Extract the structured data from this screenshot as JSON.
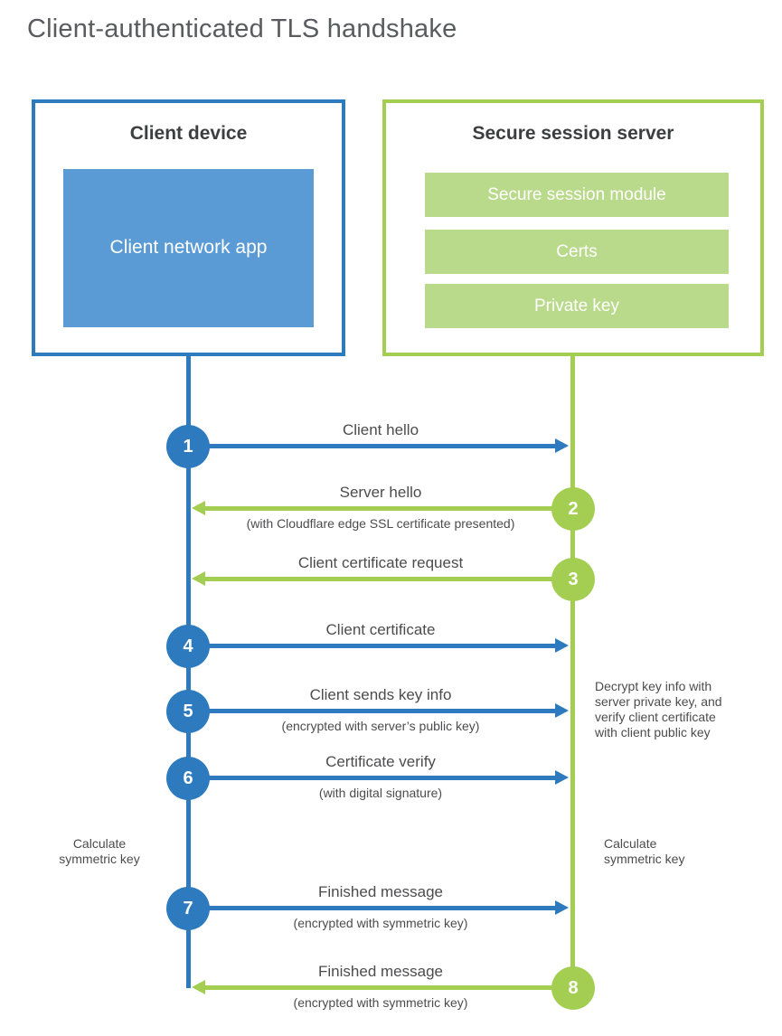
{
  "title": "Client-authenticated TLS handshake",
  "colors": {
    "blue": "#2e7abf",
    "blue_light": "#5b9bd5",
    "green": "#a4ce52",
    "green_light": "#b9da8b"
  },
  "client": {
    "title": "Client device",
    "app_label": "Client network app"
  },
  "server": {
    "title": "Secure session server",
    "modules": [
      "Secure session module",
      "Certs",
      "Private key"
    ]
  },
  "steps": [
    {
      "num": "1",
      "actor": "client",
      "direction": "right",
      "label": "Client hello",
      "sublabel": ""
    },
    {
      "num": "2",
      "actor": "server",
      "direction": "left",
      "label": "Server hello",
      "sublabel": "(with Cloudflare edge SSL certificate presented)"
    },
    {
      "num": "3",
      "actor": "server",
      "direction": "left",
      "label": "Client certificate request",
      "sublabel": ""
    },
    {
      "num": "4",
      "actor": "client",
      "direction": "right",
      "label": "Client certificate",
      "sublabel": ""
    },
    {
      "num": "5",
      "actor": "client",
      "direction": "right",
      "label": "Client sends key info",
      "sublabel": "(encrypted with server’s public key)"
    },
    {
      "num": "6",
      "actor": "client",
      "direction": "right",
      "label": "Certificate verify",
      "sublabel": "(with digital signature)"
    },
    {
      "num": "7",
      "actor": "client",
      "direction": "right",
      "label": "Finished message",
      "sublabel": "(encrypted with symmetric key)"
    },
    {
      "num": "8",
      "actor": "server",
      "direction": "left",
      "label": "Finished message",
      "sublabel": "(encrypted with symmetric key)"
    }
  ],
  "notes": {
    "decrypt_note": "Decrypt key info with\nserver private key, and\nverify client certificate\nwith client public key",
    "calc_left": "Calculate\nsymmetric key",
    "calc_right": "Calculate\nsymmetric key"
  }
}
